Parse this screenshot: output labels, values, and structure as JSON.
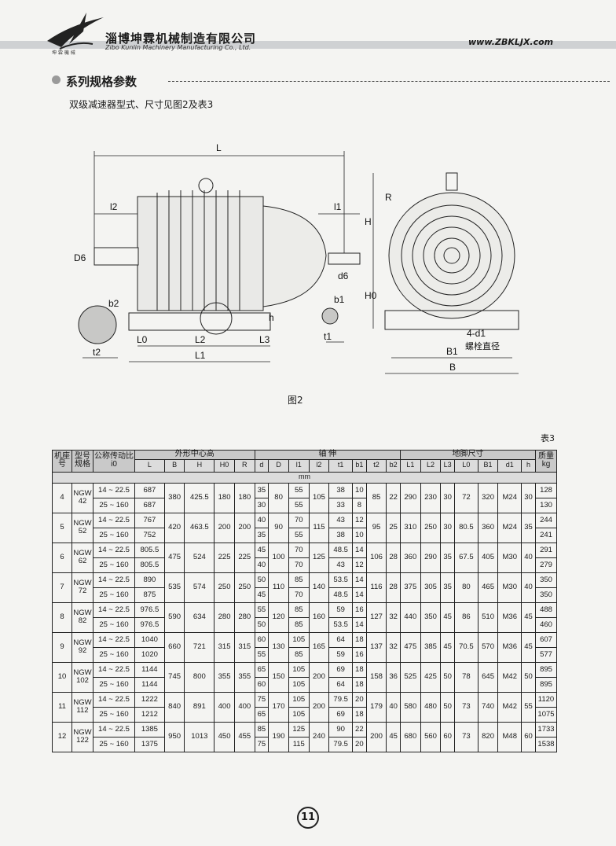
{
  "header": {
    "company_cn": "淄博坤霖机械制造有限公司",
    "company_en": "Zibo Kunlin Machinery Manufacturing Co., Ltd.",
    "logo_caption": "坤 霖 機 械",
    "website": "www.ZBKLJX.com"
  },
  "section": {
    "title": "系列规格参数",
    "subtitle": "双级减速器型式、尺寸见图2及表3"
  },
  "figure": {
    "caption": "图2",
    "labels": {
      "L": "L",
      "l2": "l2",
      "l1": "l1",
      "H": "H",
      "R": "R",
      "D6": "D6",
      "d6": "d6",
      "b2": "b2",
      "b1": "b1",
      "h": "h",
      "H0": "H0",
      "L0": "L0",
      "L2": "L2",
      "L3": "L3",
      "L1": "L1",
      "t1": "t1",
      "t2": "t2",
      "B1": "B1",
      "B": "B",
      "bolt_count": "4-d1",
      "bolt_label": "螺栓直径"
    }
  },
  "table": {
    "label": "表3",
    "headers": {
      "frame": "机座号",
      "model": "型号规格",
      "ratio": "公称传动比i0",
      "outline": "外形中心高",
      "shaft": "轴 伸",
      "foot": "地脚尺寸",
      "mass": "质量kg"
    },
    "sub_headers": [
      "L",
      "B",
      "H",
      "H0",
      "R",
      "d",
      "D",
      "l1",
      "l2",
      "t1",
      "b1",
      "t2",
      "b2",
      "L1",
      "L2",
      "L3",
      "L0",
      "B1",
      "d1",
      "h"
    ],
    "unit": "mm",
    "rows": [
      {
        "frame": "4",
        "model": "NGW 42",
        "ratios": [
          "14 ~ 22.5",
          "25 ~ 160"
        ],
        "L": [
          "687",
          "687"
        ],
        "B": "380",
        "H": "425.5",
        "H0": "180",
        "R": "180",
        "d": [
          "35",
          "30"
        ],
        "D": "80",
        "l1": [
          "55",
          "55"
        ],
        "l2": "105",
        "t1": [
          "38",
          "33"
        ],
        "b1": [
          "10",
          "8"
        ],
        "t2": "85",
        "b2": "22",
        "L1": "290",
        "L2": "230",
        "L3": "30",
        "L0": "72",
        "B1": "320",
        "d1": "M24",
        "h": "30",
        "mass": [
          "128",
          "130"
        ]
      },
      {
        "frame": "5",
        "model": "NGW 52",
        "ratios": [
          "14 ~ 22.5",
          "25 ~ 160"
        ],
        "L": [
          "767",
          "752"
        ],
        "B": "420",
        "H": "463.5",
        "H0": "200",
        "R": "200",
        "d": [
          "40",
          "35"
        ],
        "D": "90",
        "l1": [
          "70",
          "55"
        ],
        "l2": "115",
        "t1": [
          "43",
          "38"
        ],
        "b1": [
          "12",
          "10"
        ],
        "t2": "95",
        "b2": "25",
        "L1": "310",
        "L2": "250",
        "L3": "30",
        "L0": "80.5",
        "B1": "360",
        "d1": "M24",
        "h": "35",
        "mass": [
          "244",
          "241"
        ]
      },
      {
        "frame": "6",
        "model": "NGW 62",
        "ratios": [
          "14 ~ 22.5",
          "25 ~ 160"
        ],
        "L": [
          "805.5",
          "805.5"
        ],
        "B": "475",
        "H": "524",
        "H0": "225",
        "R": "225",
        "d": [
          "45",
          "40"
        ],
        "D": "100",
        "l1": [
          "70",
          "70"
        ],
        "l2": "125",
        "t1": [
          "48.5",
          "43"
        ],
        "b1": [
          "14",
          "12"
        ],
        "t2": "106",
        "b2": "28",
        "L1": "360",
        "L2": "290",
        "L3": "35",
        "L0": "67.5",
        "B1": "405",
        "d1": "M30",
        "h": "40",
        "mass": [
          "291",
          "279"
        ]
      },
      {
        "frame": "7",
        "model": "NGW 72",
        "ratios": [
          "14 ~ 22.5",
          "25 ~ 160"
        ],
        "L": [
          "890",
          "875"
        ],
        "B": "535",
        "H": "574",
        "H0": "250",
        "R": "250",
        "d": [
          "50",
          "45"
        ],
        "D": "110",
        "l1": [
          "85",
          "70"
        ],
        "l2": "140",
        "t1": [
          "53.5",
          "48.5"
        ],
        "b1": [
          "14",
          "14"
        ],
        "t2": "116",
        "b2": "28",
        "L1": "375",
        "L2": "305",
        "L3": "35",
        "L0": "80",
        "B1": "465",
        "d1": "M30",
        "h": "40",
        "mass": [
          "350",
          "350"
        ]
      },
      {
        "frame": "8",
        "model": "NGW 82",
        "ratios": [
          "14 ~ 22.5",
          "25 ~ 160"
        ],
        "L": [
          "976.5",
          "976.5"
        ],
        "B": "590",
        "H": "634",
        "H0": "280",
        "R": "280",
        "d": [
          "55",
          "50"
        ],
        "D": "120",
        "l1": [
          "85",
          "85"
        ],
        "l2": "160",
        "t1": [
          "59",
          "53.5"
        ],
        "b1": [
          "16",
          "14"
        ],
        "t2": "127",
        "b2": "32",
        "L1": "440",
        "L2": "350",
        "L3": "45",
        "L0": "86",
        "B1": "510",
        "d1": "M36",
        "h": "45",
        "mass": [
          "488",
          "460"
        ]
      },
      {
        "frame": "9",
        "model": "NGW 92",
        "ratios": [
          "14 ~ 22.5",
          "25 ~ 160"
        ],
        "L": [
          "1040",
          "1020"
        ],
        "B": "660",
        "H": "721",
        "H0": "315",
        "R": "315",
        "d": [
          "60",
          "55"
        ],
        "D": "130",
        "l1": [
          "105",
          "85"
        ],
        "l2": "165",
        "t1": [
          "64",
          "59"
        ],
        "b1": [
          "18",
          "16"
        ],
        "t2": "137",
        "b2": "32",
        "L1": "475",
        "L2": "385",
        "L3": "45",
        "L0": "70.5",
        "B1": "570",
        "d1": "M36",
        "h": "45",
        "mass": [
          "607",
          "577"
        ]
      },
      {
        "frame": "10",
        "model": "NGW 102",
        "ratios": [
          "14 ~ 22.5",
          "25 ~ 160"
        ],
        "L": [
          "1144",
          "1144"
        ],
        "B": "745",
        "H": "800",
        "H0": "355",
        "R": "355",
        "d": [
          "65",
          "60"
        ],
        "D": "150",
        "l1": [
          "105",
          "105"
        ],
        "l2": "200",
        "t1": [
          "69",
          "64"
        ],
        "b1": [
          "18",
          "18"
        ],
        "t2": "158",
        "b2": "36",
        "L1": "525",
        "L2": "425",
        "L3": "50",
        "L0": "78",
        "B1": "645",
        "d1": "M42",
        "h": "50",
        "mass": [
          "895",
          "895"
        ]
      },
      {
        "frame": "11",
        "model": "NGW 112",
        "ratios": [
          "14 ~ 22.5",
          "25 ~ 160"
        ],
        "L": [
          "1222",
          "1212"
        ],
        "B": "840",
        "H": "891",
        "H0": "400",
        "R": "400",
        "d": [
          "75",
          "65"
        ],
        "D": "170",
        "l1": [
          "105",
          "105"
        ],
        "l2": "200",
        "t1": [
          "79.5",
          "69"
        ],
        "b1": [
          "20",
          "18"
        ],
        "t2": "179",
        "b2": "40",
        "L1": "580",
        "L2": "480",
        "L3": "50",
        "L0": "73",
        "B1": "740",
        "d1": "M42",
        "h": "55",
        "mass": [
          "1120",
          "1075"
        ]
      },
      {
        "frame": "12",
        "model": "NGW 122",
        "ratios": [
          "14 ~ 22.5",
          "25 ~ 160"
        ],
        "L": [
          "1385",
          "1375"
        ],
        "B": "950",
        "H": "1013",
        "H0": "450",
        "R": "455",
        "d": [
          "85",
          "75"
        ],
        "D": "190",
        "l1": [
          "125",
          "115"
        ],
        "l2": "240",
        "t1": [
          "90",
          "79.5"
        ],
        "b1": [
          "22",
          "20"
        ],
        "t2": "200",
        "b2": "45",
        "L1": "680",
        "L2": "560",
        "L3": "60",
        "L0": "73",
        "B1": "820",
        "d1": "M48",
        "h": "60",
        "mass": [
          "1733",
          "1538"
        ]
      }
    ]
  },
  "page_number": "11"
}
